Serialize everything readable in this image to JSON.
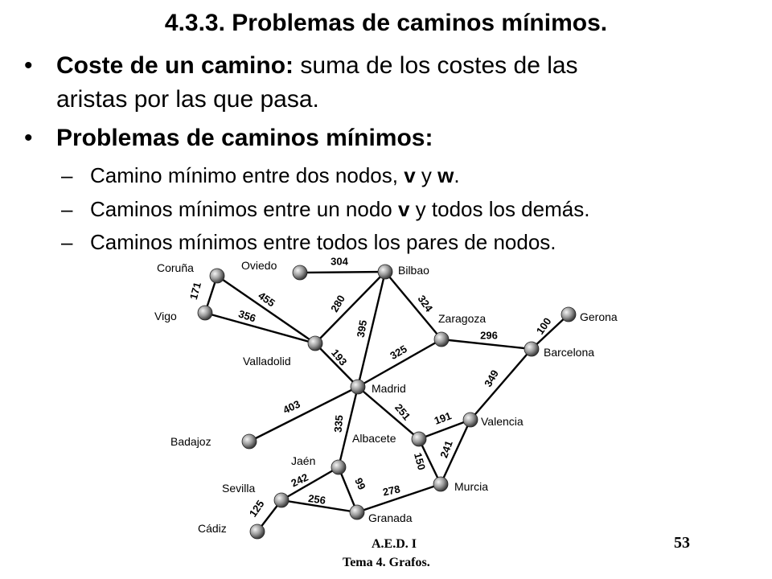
{
  "slide": {
    "title": "4.3.3. Problemas de caminos mínimos.",
    "bullet1_bold": "Coste de un camino:",
    "bullet1_rest": " suma de los costes de las",
    "bullet1_line2": "aristas por las que pasa.",
    "bullet2": "Problemas de caminos mínimos:",
    "sub1_pre": "Camino mínimo entre dos nodos, ",
    "sub1_v": "v",
    "sub1_mid": " y ",
    "sub1_w": "w",
    "sub1_end": ".",
    "sub2_pre": "Caminos mínimos entre un nodo ",
    "sub2_v": "v",
    "sub2_end": " y todos los demás.",
    "sub3": "Caminos mínimos entre todos los pares de nodos.",
    "bullet_symbol": "•",
    "dash_symbol": "–",
    "footer_course": "A.E.D. I",
    "footer_topic": "Tema 4. Grafos.",
    "page_number": "53"
  },
  "graph": {
    "nodes": [
      {
        "id": "coruna",
        "label": "Coruña"
      },
      {
        "id": "oviedo",
        "label": "Oviedo"
      },
      {
        "id": "bilbao",
        "label": "Bilbao"
      },
      {
        "id": "vigo",
        "label": "Vigo"
      },
      {
        "id": "valladolid",
        "label": "Valladolid"
      },
      {
        "id": "zaragoza",
        "label": "Zaragoza"
      },
      {
        "id": "gerona",
        "label": "Gerona"
      },
      {
        "id": "barcelona",
        "label": "Barcelona"
      },
      {
        "id": "madrid",
        "label": "Madrid"
      },
      {
        "id": "badajoz",
        "label": "Badajoz"
      },
      {
        "id": "albacete",
        "label": "Albacete"
      },
      {
        "id": "valencia",
        "label": "Valencia"
      },
      {
        "id": "jaen",
        "label": "Jaén"
      },
      {
        "id": "murcia",
        "label": "Murcia"
      },
      {
        "id": "sevilla",
        "label": "Sevilla"
      },
      {
        "id": "granada",
        "label": "Granada"
      },
      {
        "id": "cadiz",
        "label": "Cádiz"
      }
    ],
    "edges": [
      {
        "from": "coruna",
        "to": "vigo",
        "weight": "171"
      },
      {
        "from": "coruna",
        "to": "valladolid",
        "weight": "455"
      },
      {
        "from": "vigo",
        "to": "valladolid",
        "weight": "356"
      },
      {
        "from": "oviedo",
        "to": "bilbao",
        "weight": "304"
      },
      {
        "from": "valladolid",
        "to": "bilbao",
        "weight": "280"
      },
      {
        "from": "valladolid",
        "to": "madrid",
        "weight": "193"
      },
      {
        "from": "bilbao",
        "to": "madrid",
        "weight": "395"
      },
      {
        "from": "bilbao",
        "to": "zaragoza",
        "weight": "324"
      },
      {
        "from": "zaragoza",
        "to": "madrid",
        "weight": "325"
      },
      {
        "from": "zaragoza",
        "to": "barcelona",
        "weight": "296"
      },
      {
        "from": "barcelona",
        "to": "gerona",
        "weight": "100"
      },
      {
        "from": "barcelona",
        "to": "valencia",
        "weight": "349"
      },
      {
        "from": "madrid",
        "to": "badajoz",
        "weight": "403"
      },
      {
        "from": "madrid",
        "to": "albacete",
        "weight": "251"
      },
      {
        "from": "madrid",
        "to": "jaen",
        "weight": "335"
      },
      {
        "from": "albacete",
        "to": "valencia",
        "weight": "191"
      },
      {
        "from": "albacete",
        "to": "murcia",
        "weight": "150"
      },
      {
        "from": "valencia",
        "to": "murcia",
        "weight": "241"
      },
      {
        "from": "jaen",
        "to": "sevilla",
        "weight": "242"
      },
      {
        "from": "jaen",
        "to": "granada",
        "weight": "99"
      },
      {
        "from": "sevilla",
        "to": "granada",
        "weight": "256"
      },
      {
        "from": "sevilla",
        "to": "cadiz",
        "weight": "125"
      },
      {
        "from": "granada",
        "to": "murcia",
        "weight": "278"
      }
    ]
  }
}
